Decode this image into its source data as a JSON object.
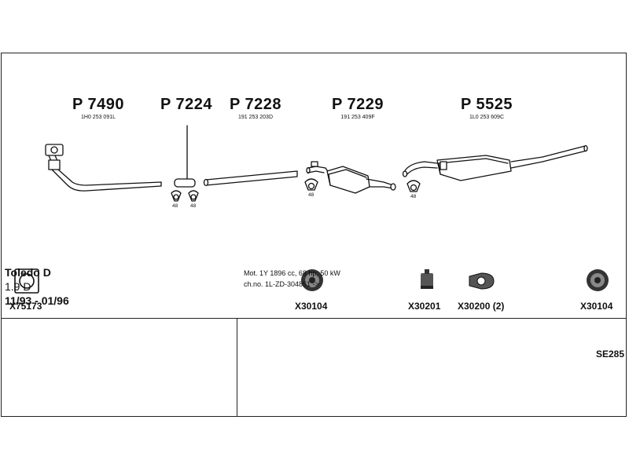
{
  "parts": [
    {
      "id": "p7490",
      "number": "P 7490",
      "ref": "1H0 253 091L"
    },
    {
      "id": "p7224",
      "number": "P 7224",
      "ref": ""
    },
    {
      "id": "p7228",
      "number": "P 7228",
      "ref": "191 253 203D"
    },
    {
      "id": "p7229",
      "number": "P 7229",
      "ref": "191 253 409F"
    },
    {
      "id": "p5525",
      "number": "P 5525",
      "ref": "1L0 253 609C"
    }
  ],
  "clamp_label": "48",
  "accessories": [
    {
      "code": "X75173",
      "icon": "gasket-icon"
    },
    {
      "code": "X30104",
      "icon": "rubber-mount-icon"
    },
    {
      "code": "X30201",
      "icon": "bracket-icon"
    },
    {
      "code": "X30200 (2)",
      "icon": "clamp-ring-icon"
    },
    {
      "code": "X30104",
      "icon": "rubber-mount-icon"
    }
  ],
  "vehicle": {
    "model": "Toledo D",
    "engine": "1.9 D",
    "years": "11/93 - 01/96"
  },
  "details": {
    "line1": "Mot. 1Y 1896 cc, 68 hp, 50 kW",
    "line2": "ch.no. 1L-ZD-304851 ->"
  },
  "sheet_code": "SE285"
}
